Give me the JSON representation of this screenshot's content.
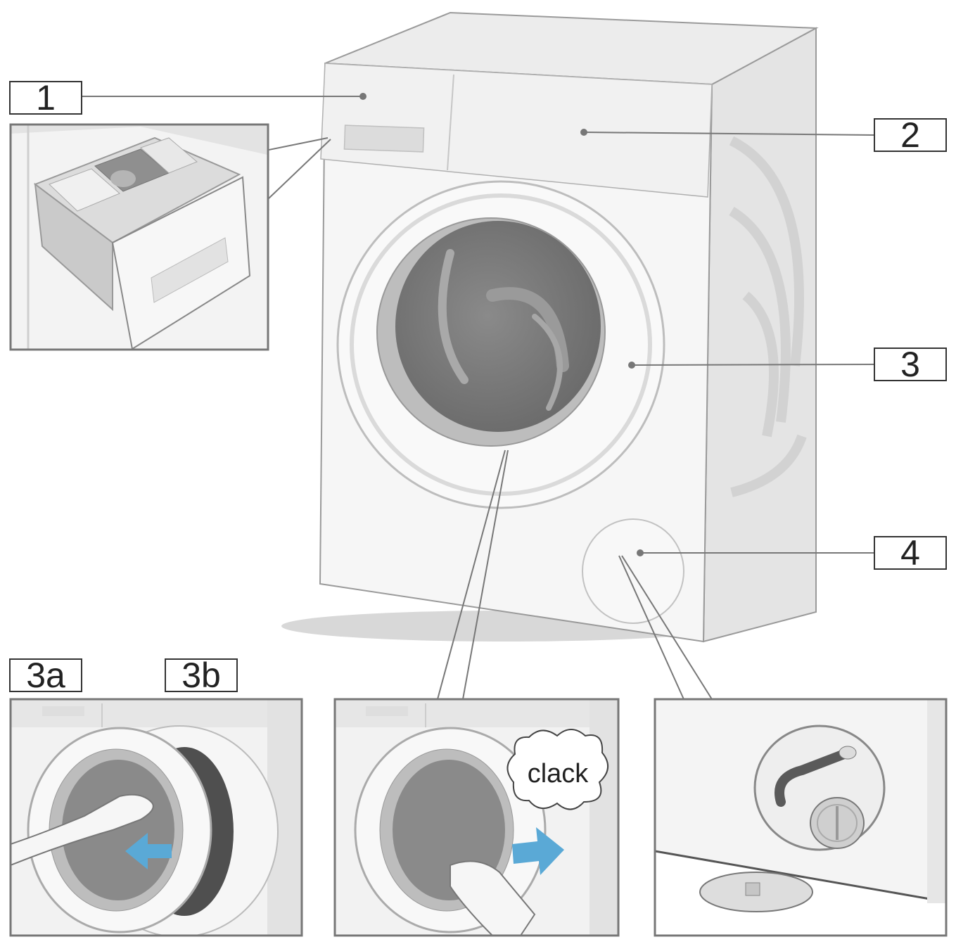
{
  "callouts": {
    "c1": "1",
    "c2": "2",
    "c3": "3",
    "c4": "4",
    "c3a": "3a",
    "c3b": "3b"
  },
  "sound_effect": "clack",
  "colors": {
    "outline": "#555555",
    "machine_body": "#f3f3f3",
    "machine_side": "#e6e6e6",
    "glass": "#7d7d7d",
    "arrow": "#5aa9d6",
    "panel_bg": "#eeeeee"
  }
}
